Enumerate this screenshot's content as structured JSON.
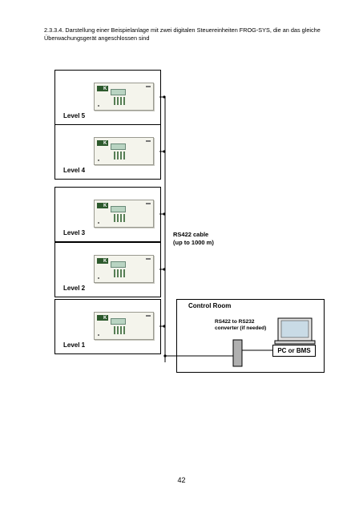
{
  "heading": "2.3.3.4. Darstellung einer Beispielanlage mit zwei digitalen Steuereinheiten FROG-SYS, die an das gleiche Überwachungsgerät angeschlossen sind",
  "levels": [
    {
      "label": "Level 5"
    },
    {
      "label": "Level 4"
    },
    {
      "label": "Level 3"
    },
    {
      "label": "Level 2"
    },
    {
      "label": "Level 1"
    }
  ],
  "device": {
    "icon": "control-unit-icon",
    "logo_text": "K"
  },
  "cable_caption": {
    "line1": "RS422 cable",
    "line2": "(up to 1000 m)"
  },
  "control_room": {
    "title": "Control Room",
    "converter_line1": "RS422 to RS232",
    "converter_line2": "converter (if needed)",
    "pc_label": "PC or BMS"
  },
  "page_number": "42",
  "colors": {
    "device_body": "#f4f4ec",
    "device_logo": "#2d5a2d",
    "converter": "#b0b0b0",
    "monitor_screen": "#c9dbe6"
  }
}
